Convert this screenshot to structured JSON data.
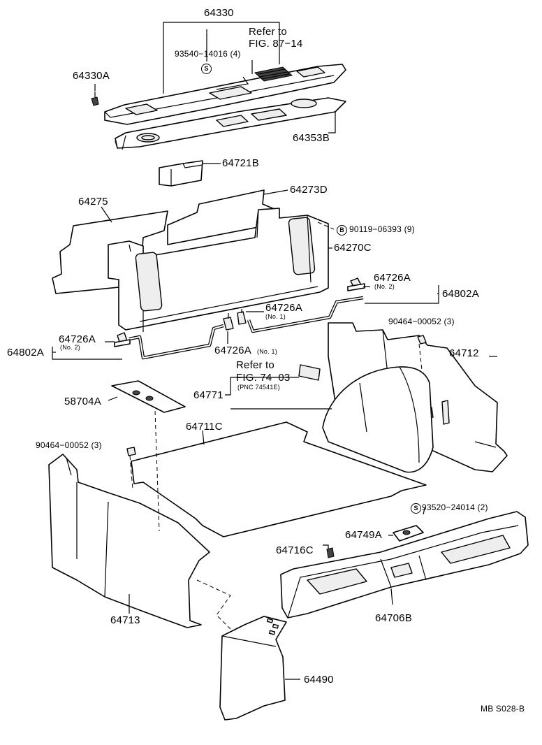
{
  "diagram_code": "MB S028-B",
  "labels": {
    "p64330": "64330",
    "refer1_a": "Refer to",
    "refer1_b": "FIG. 87−14",
    "p93540": "93540−14016 (4)",
    "p64330A": "64330A",
    "p64353B": "64353B",
    "p64721B": "64721B",
    "p64273D": "64273D",
    "p64275": "64275",
    "p90119": "90119−06393 (9)",
    "p64270C": "64270C",
    "p64726A_r": "64726A",
    "no2_r": "(No. 2)",
    "p64802A_r": "64802A",
    "p64726A_c": "64726A",
    "no1_c": "(No. 1)",
    "p90464_r": "90464−00052 (3)",
    "p64726A_l": "64726A",
    "no2_l": "(No. 2)",
    "p64802A_l": "64802A",
    "p64726A_b": "64726A",
    "no1_b": "(No. 1)",
    "p64712": "64712",
    "refer2_a": "Refer to",
    "refer2_b": "FIG. 74−03",
    "pnc": "(PNC 74541E)",
    "p64771": "64771",
    "p58704A": "58704A",
    "p64711C": "64711C",
    "p90464_l": "90464−00052 (3)",
    "p93520": "93520−24014 (2)",
    "p64749A": "64749A",
    "p64716C": "64716C",
    "p64706B": "64706B",
    "p64713": "64713",
    "p64490": "64490"
  },
  "badges": {
    "s_top": "S",
    "b_mid": "B",
    "s_right": "S"
  }
}
